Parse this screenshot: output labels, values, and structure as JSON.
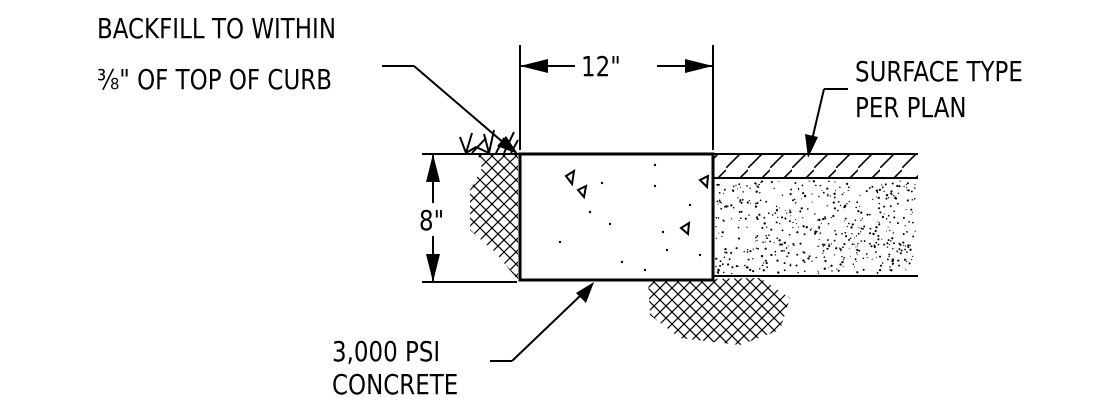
{
  "labels": {
    "backfill_line1": "BACKFILL TO WITHIN",
    "backfill_line2": "⅜\" OF TOP OF CURB",
    "surface_line1": "SURFACE TYPE",
    "surface_line2": "PER PLAN",
    "concrete_line1": "3,000 PSI",
    "concrete_line2": "CONCRETE"
  },
  "dimensions": {
    "width": "12\"",
    "height": "8\""
  }
}
